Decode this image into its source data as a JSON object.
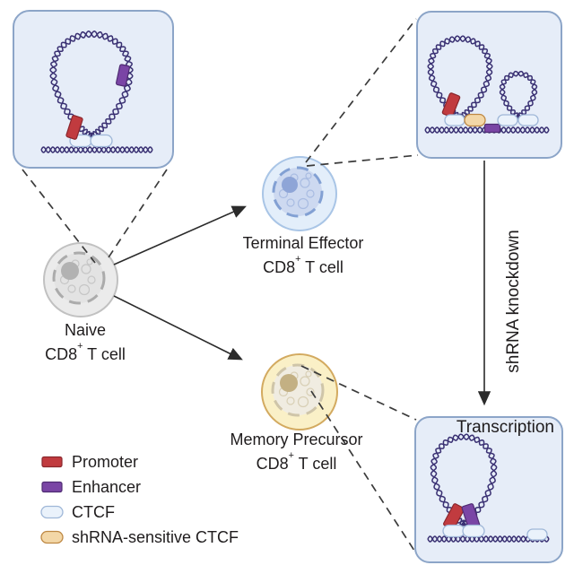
{
  "cells": {
    "naive": {
      "line1": "Naive",
      "cd8": "CD8",
      "plus": "+",
      "suffix": "T cell"
    },
    "terminal_effector": {
      "line1": "Terminal Effector",
      "cd8": "CD8",
      "plus": "+",
      "suffix": "T cell"
    },
    "memory_precursor": {
      "line1": "Memory Precursor",
      "cd8": "CD8",
      "plus": "+",
      "suffix": "T cell"
    }
  },
  "annotations": {
    "shrna_knockdown": "shRNA knockdown",
    "transcription": "Transcription"
  },
  "legend": {
    "items": [
      {
        "label": "Promoter",
        "shape": "rect",
        "color": "#c13b3f"
      },
      {
        "label": "Enhancer",
        "shape": "rect",
        "color": "#7a45a5"
      },
      {
        "label": "CTCF",
        "shape": "pill",
        "color": "#eaf2fb"
      },
      {
        "label": "shRNA-sensitive CTCF",
        "shape": "pill",
        "color": "#f3d7a7"
      }
    ]
  },
  "colors": {
    "dna": "#3a3173",
    "panel_fill": "#e6edf8",
    "panel_border": "#8ca5c8",
    "naive_cell": "#ebebeb",
    "terminal_cell": "#e3eefa",
    "memory_cell": "#faf0c7"
  }
}
